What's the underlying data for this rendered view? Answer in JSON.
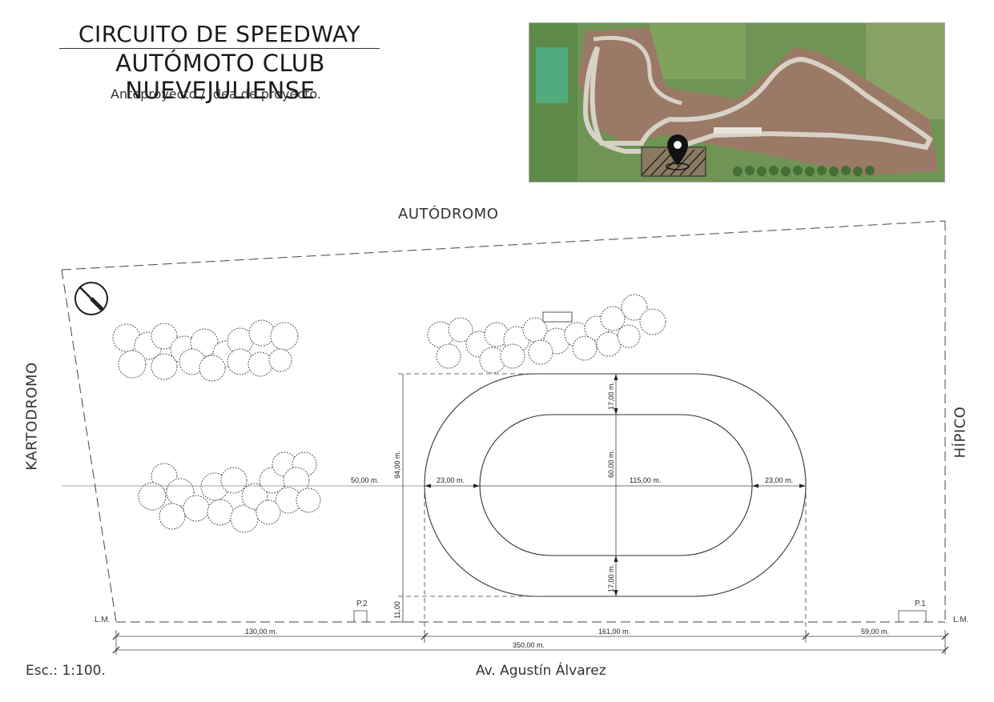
{
  "header": {
    "title_line1": "CIRCUITO DE SPEEDWAY",
    "title_line2": "AUTÓMOTO CLUB NUEVEJULIENSE",
    "subtitle": "Anteproyecto / Idea de proyecto."
  },
  "labels": {
    "top": "AUTÓDROMO",
    "left": "KARTODROMO",
    "right": "HÍPICO",
    "street": "Av. Agustín Álvarez",
    "scale": "Esc.: 1:100.",
    "lm_left": "L.M.",
    "lm_right": "L.M.",
    "p1": "P.1",
    "p2": "P.2"
  },
  "dimensions": {
    "depth_total": "94,00 m.",
    "offset_left": "50,00 m.",
    "width_left": "23,00 m.",
    "inner_length": "115,00 m.",
    "width_right": "23,00 m.",
    "width_top": "17,00 m.",
    "inner_width": "60,00 m.",
    "width_bottom": "17,00 m.",
    "front_gap": "11,00",
    "front_left": "130,00 m.",
    "front_mid": "161,00 m.",
    "front_right": "59,00 m.",
    "front_total": "350,00 m."
  },
  "colors": {
    "line": "#333333",
    "aerial_green": "#5f8a4a",
    "aerial_dirt": "#9a7a66",
    "aerial_track": "#d8d2c6"
  },
  "icons": {
    "north": "compass-north-icon",
    "pin": "location-pin-icon"
  }
}
